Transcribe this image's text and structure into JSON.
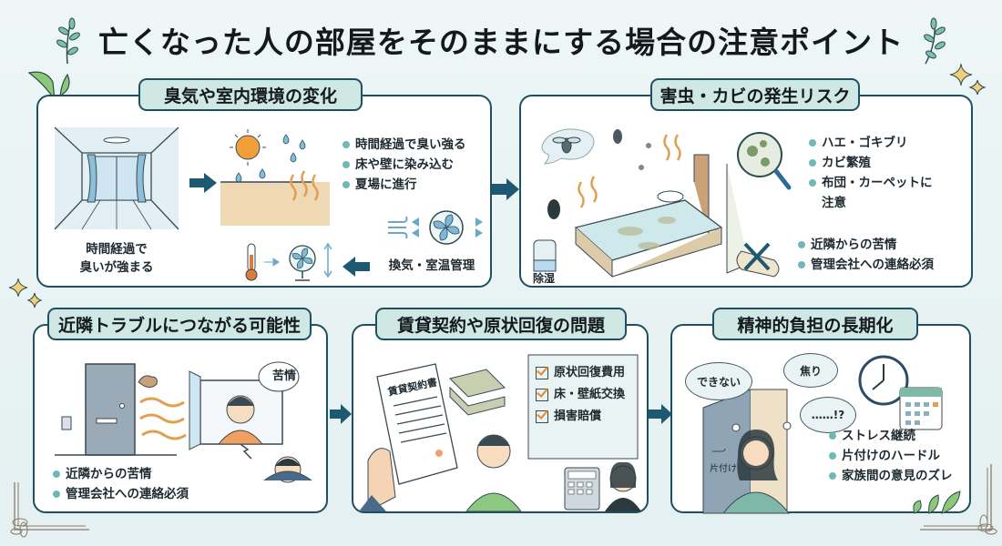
{
  "title": "亡くなった人の部屋をそのままにする場合の注意ポイント",
  "colors": {
    "accent": "#1f4f63",
    "title_bg": "#cfe8e4",
    "bullet": "#6fb9b4",
    "arrow": "#1d5a72",
    "odor": "#e0a050"
  },
  "panels": {
    "odor": {
      "title": "臭気や室内環境の変化",
      "caption": [
        "時間経過で",
        "臭いが強まる"
      ],
      "bullets": [
        "時間経過で臭い強る",
        "床や壁に染み込む",
        "夏場に進行"
      ],
      "action_label": "換気・室温管理"
    },
    "pests": {
      "title": "害虫・カビの発生リスク",
      "bullets": [
        "ハエ・ゴキブリ",
        "カビ繁殖",
        "布団・カーペットに注意"
      ],
      "bullets2": [
        "近隣からの苦情",
        "管理会社への連絡必須"
      ],
      "dehumidifier_label": "除湿"
    },
    "neighbors": {
      "title": "近隣トラブルにつながる可能性",
      "complaint_bubble": "苦情",
      "bullets": [
        "近隣からの苦情",
        "管理会社への連絡必須"
      ]
    },
    "lease": {
      "title": "賃貸契約や原状回復の問題",
      "document_title": "賃貸契約書",
      "checklist": [
        "原状回復費用",
        "床・壁紙交換",
        "損害賠償"
      ]
    },
    "mental": {
      "title": "精神的負担の長期化",
      "thoughts": [
        "できない",
        "焦り",
        "……!?"
      ],
      "door_label": "片付け",
      "bullets": [
        "ストレス継続",
        "片付けのハードル",
        "家族間の意見のズレ"
      ]
    }
  }
}
